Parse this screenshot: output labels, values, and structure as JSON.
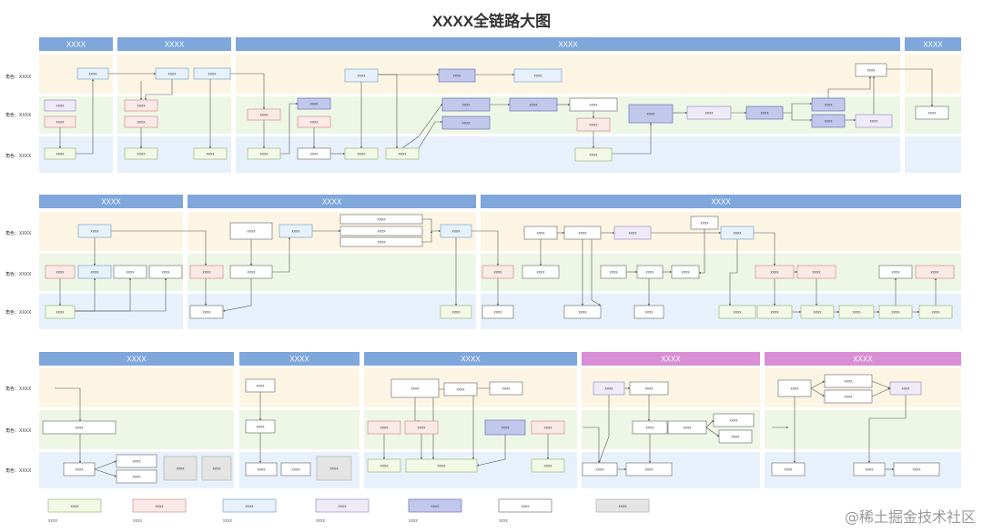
{
  "title": "XXXX全链路大图",
  "watermark": "@稀土掘金技术社区",
  "colors": {
    "header_blue": "#7fa7dc",
    "header_pink": "#d98fd6",
    "lane_yellow": "#fdf5e4",
    "lane_green": "#eef6e6",
    "lane_blue": "#e8f1fb",
    "line": "#555555"
  },
  "box_styles": {
    "g": {
      "fill": "#f3f9e6",
      "stroke": "#9ab77a"
    },
    "r": {
      "fill": "#fbe9e7",
      "stroke": "#c9928b"
    },
    "b": {
      "fill": "#e6f1fb",
      "stroke": "#7fa2c4"
    },
    "l": {
      "fill": "#eeeaf8",
      "stroke": "#9b93c2"
    },
    "p": {
      "fill": "#c2c8ec",
      "stroke": "#6a73b6"
    },
    "w": {
      "fill": "#ffffff",
      "stroke": "#777777"
    },
    "x": {
      "fill": "#e4e4e4",
      "stroke": "#b0b0b0"
    }
  },
  "placeholder": "xxxx",
  "sections": [
    {
      "headers": [
        {
          "label": "XXXX",
          "color": "blue"
        },
        {
          "label": "XXXX",
          "color": "blue"
        },
        {
          "label": "XXXX",
          "color": "blue"
        },
        {
          "label": "XXXX",
          "color": "blue"
        }
      ],
      "roles": [
        "角色：XXXX",
        "角色：XXXX",
        "角色：XXXX"
      ]
    },
    {
      "headers": [
        {
          "label": "XXXX",
          "color": "blue"
        },
        {
          "label": "XXXX",
          "color": "blue"
        },
        {
          "label": "XXXX",
          "color": "blue"
        }
      ],
      "roles": [
        "角色：XXXX",
        "角色：XXXX",
        "角色：XXXX"
      ]
    },
    {
      "headers": [
        {
          "label": "XXXX",
          "color": "blue"
        },
        {
          "label": "XXXX",
          "color": "blue"
        },
        {
          "label": "XXXX",
          "color": "blue"
        },
        {
          "label": "XXXX",
          "color": "pink"
        },
        {
          "label": "XXXX",
          "color": "pink"
        }
      ],
      "roles": [
        "角色：XXXX",
        "角色：XXXX",
        "角色：XXXX"
      ]
    }
  ],
  "legend": [
    {
      "style": "g",
      "label": "xxxx",
      "caption": "xxxx"
    },
    {
      "style": "r",
      "label": "xxxx",
      "caption": "xxxx"
    },
    {
      "style": "b",
      "label": "xxxx",
      "caption": "xxxx"
    },
    {
      "style": "l",
      "label": "xxxx",
      "caption": "xxxx"
    },
    {
      "style": "p",
      "label": "xxxx",
      "caption": "xxxx"
    },
    {
      "style": "w",
      "label": "xxxx",
      "caption": "xxxx"
    },
    {
      "style": "x",
      "label": "xxxx",
      "caption": ""
    }
  ]
}
